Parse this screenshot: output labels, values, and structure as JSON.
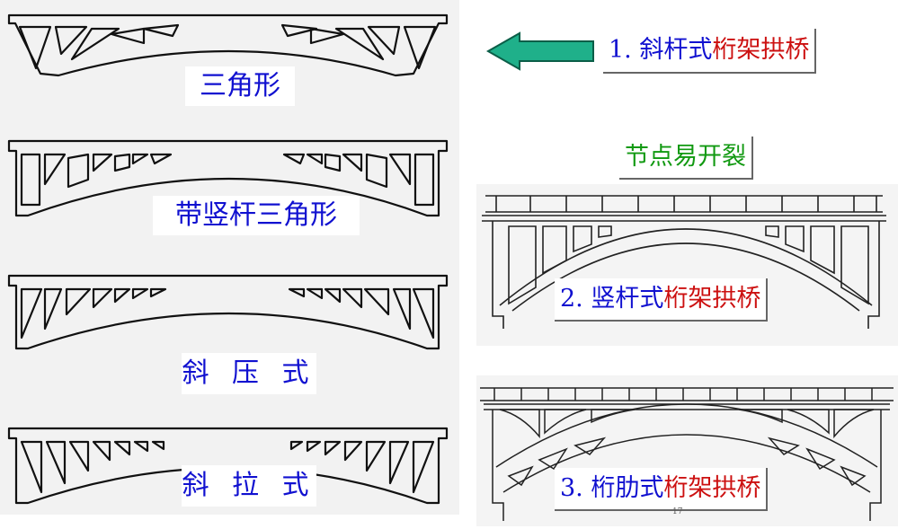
{
  "left_labels": {
    "triangle": "三角形",
    "vertical_triangle": "带竖杆三角形",
    "diagonal_compression": "斜 压 式",
    "diagonal_tension": "斜 拉 式"
  },
  "callouts": {
    "item1": {
      "num": "1.",
      "kind": "斜杆式",
      "highlight": "桁架拱桥"
    },
    "item2": {
      "num": "2.",
      "kind": "竖杆式",
      "highlight": "桁架拱桥"
    },
    "item3": {
      "num": "3.",
      "kind": "桁肋式",
      "highlight": "桁架拱桥"
    }
  },
  "note": "节点易开裂",
  "page_mark": "17",
  "colors": {
    "label_blue": "#1010d0",
    "highlight_red": "#cc1010",
    "note_green": "#119911",
    "arrow_fill": "#1fb08a"
  }
}
